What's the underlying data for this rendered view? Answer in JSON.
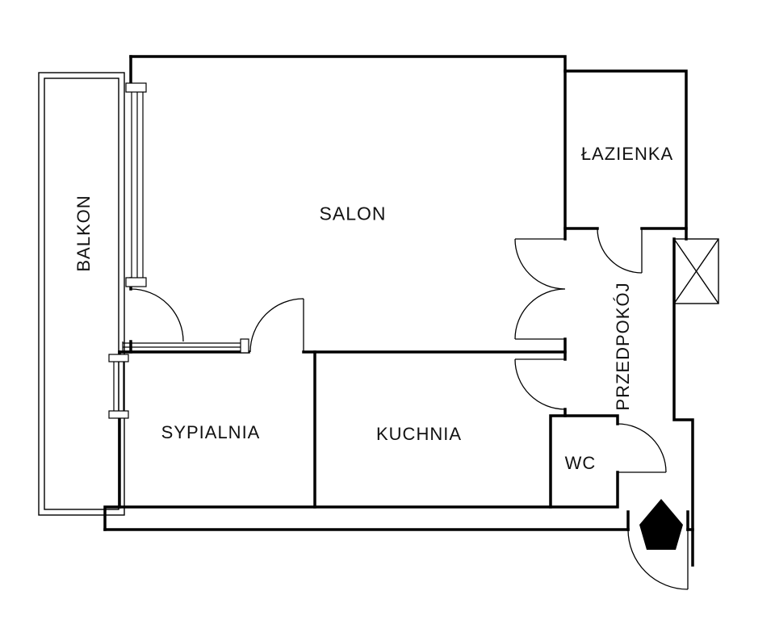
{
  "plan": {
    "title": "apartment-floor-plan",
    "colors": {
      "line": "#000000",
      "background": "#ffffff"
    },
    "rooms": [
      {
        "id": "balkon",
        "label": "BALKON"
      },
      {
        "id": "salon",
        "label": "SALON"
      },
      {
        "id": "lazienka",
        "label": "ŁAZIENKA"
      },
      {
        "id": "przedpokoj",
        "label": "PRZEDPOKÓJ"
      },
      {
        "id": "sypialnia",
        "label": "SYPIALNIA"
      },
      {
        "id": "kuchnia",
        "label": "KUCHNIA"
      },
      {
        "id": "wc",
        "label": "WC"
      }
    ]
  }
}
